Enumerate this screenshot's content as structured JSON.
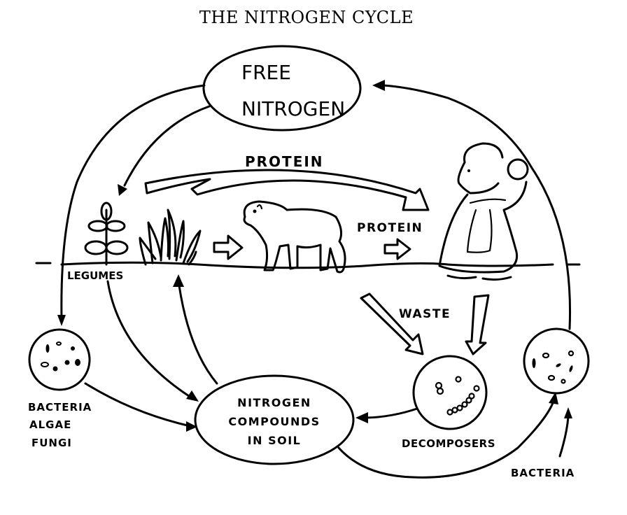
{
  "title": "THE NITROGEN CYCLE",
  "nodes": {
    "free_nitrogen": {
      "line1": "FREE",
      "line2": "NITROGEN"
    },
    "soil_compounds": {
      "line1": "NITROGEN",
      "line2": "COMPOUNDS",
      "line3": "IN SOIL"
    },
    "soil_organisms": {
      "line1": "BACTERIA",
      "line2": "ALGAE",
      "line3": "FUNGI"
    },
    "decomposers": {
      "label": "DECOMPOSERS"
    },
    "denitrifying_bacteria": {
      "label": "BACTERIA"
    }
  },
  "labels": {
    "protein_top": "PROTEIN",
    "protein_mid": "PROTEIN",
    "waste": "WASTE",
    "legumes": "LEGUMES"
  },
  "illustrations": [
    "legume-plant",
    "grass-plant",
    "sheep",
    "woman-with-baby"
  ],
  "colors": {
    "ink": "#000000",
    "paper": "#ffffff"
  }
}
